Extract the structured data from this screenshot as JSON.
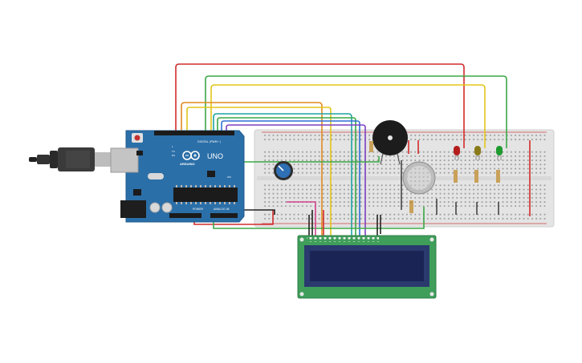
{
  "arduino": {
    "brand": "UNO",
    "logo_text": "ARDUINO",
    "digital_label": "DIGITAL (PWM~)",
    "power_label": "POWER",
    "analog_label": "ANALOG IN",
    "tx_label": "TX",
    "rx_label": "RX",
    "l_label": "L",
    "on_label": "ON"
  },
  "colors": {
    "board": "#2b6fa8",
    "breadboard": "#e6e6e6",
    "lcd_pcb": "#3f9e5a",
    "lcd_screen": "#1e2a5c",
    "wire_red": "#d22b2b",
    "wire_green": "#3aa845",
    "wire_yellow": "#e3c51a",
    "wire_orange": "#e08a1e",
    "wire_blue": "#2f6fd6",
    "wire_purple": "#7d3fc0",
    "wire_teal": "#1fa3a3",
    "wire_black": "#222222",
    "wire_pink": "#d0438a"
  },
  "components": {
    "leds": [
      "red",
      "yellow",
      "green"
    ],
    "icons": [
      "usb-cable-icon",
      "buzzer-icon",
      "gas-sensor-icon",
      "potentiometer-icon",
      "lcd-display-icon"
    ]
  }
}
